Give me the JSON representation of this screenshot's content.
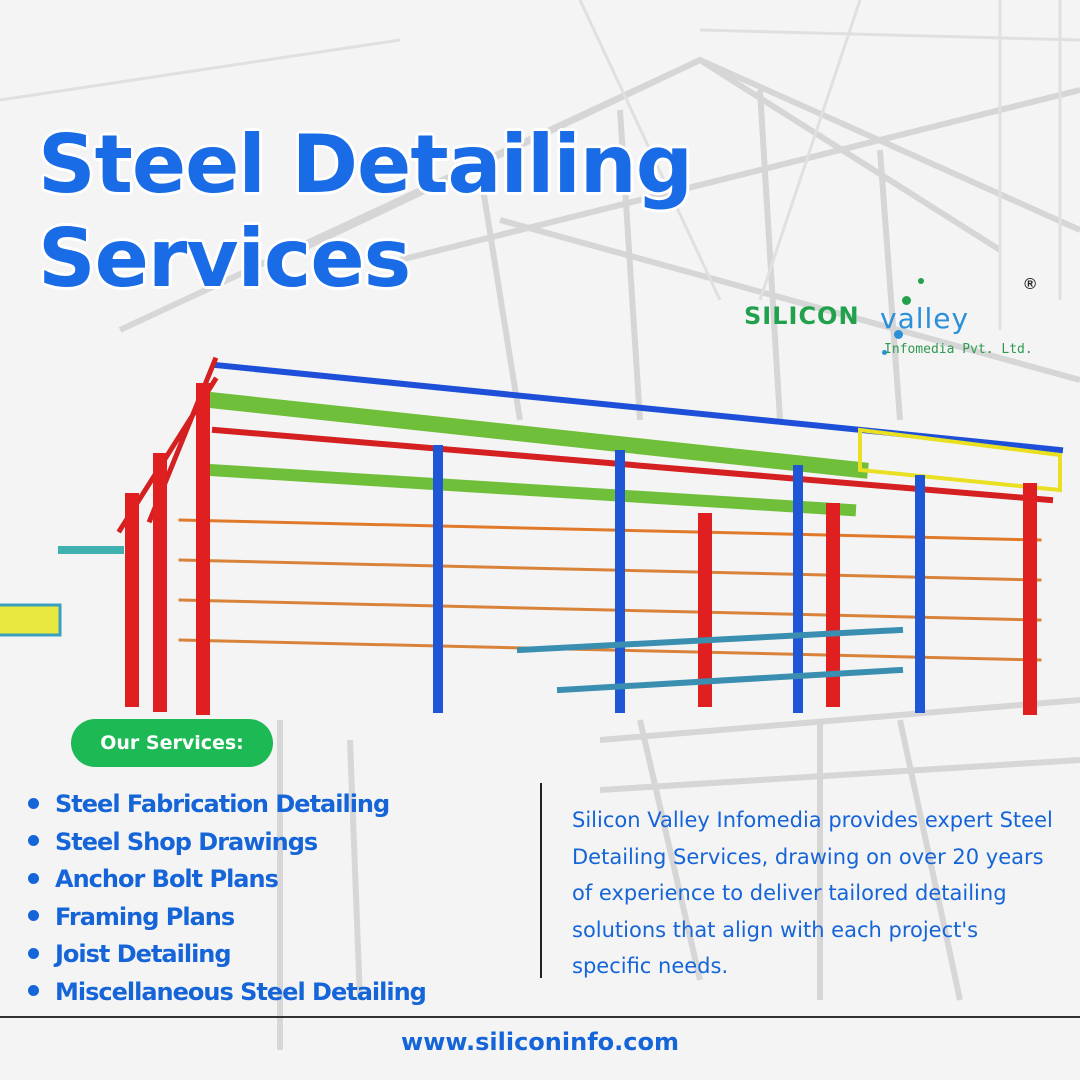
{
  "title": {
    "line1": "Steel Detailing",
    "line2": "Services"
  },
  "logo": {
    "word1": "SILICON",
    "word2": "valley",
    "tagline": "Infomedia Pvt. Ltd.",
    "registered": "®",
    "green": "#21a14b",
    "blue": "#2b8fd9"
  },
  "services": {
    "heading": "Our Services:",
    "items": [
      "Steel Fabrication Detailing",
      "Steel Shop Drawings",
      "Anchor Bolt Plans",
      "Framing Plans",
      "Joist Detailing",
      "Miscellaneous Steel Detailing"
    ]
  },
  "description": "Silicon Valley Infomedia provides expert Steel Detailing Services, drawing on over 20 years of experience to deliver tailored detailing solutions that align with each project's specific needs.",
  "footer": {
    "url": "www.siliconinfo.com"
  },
  "colors": {
    "primary": "#1565d8",
    "accent": "#1db954"
  }
}
